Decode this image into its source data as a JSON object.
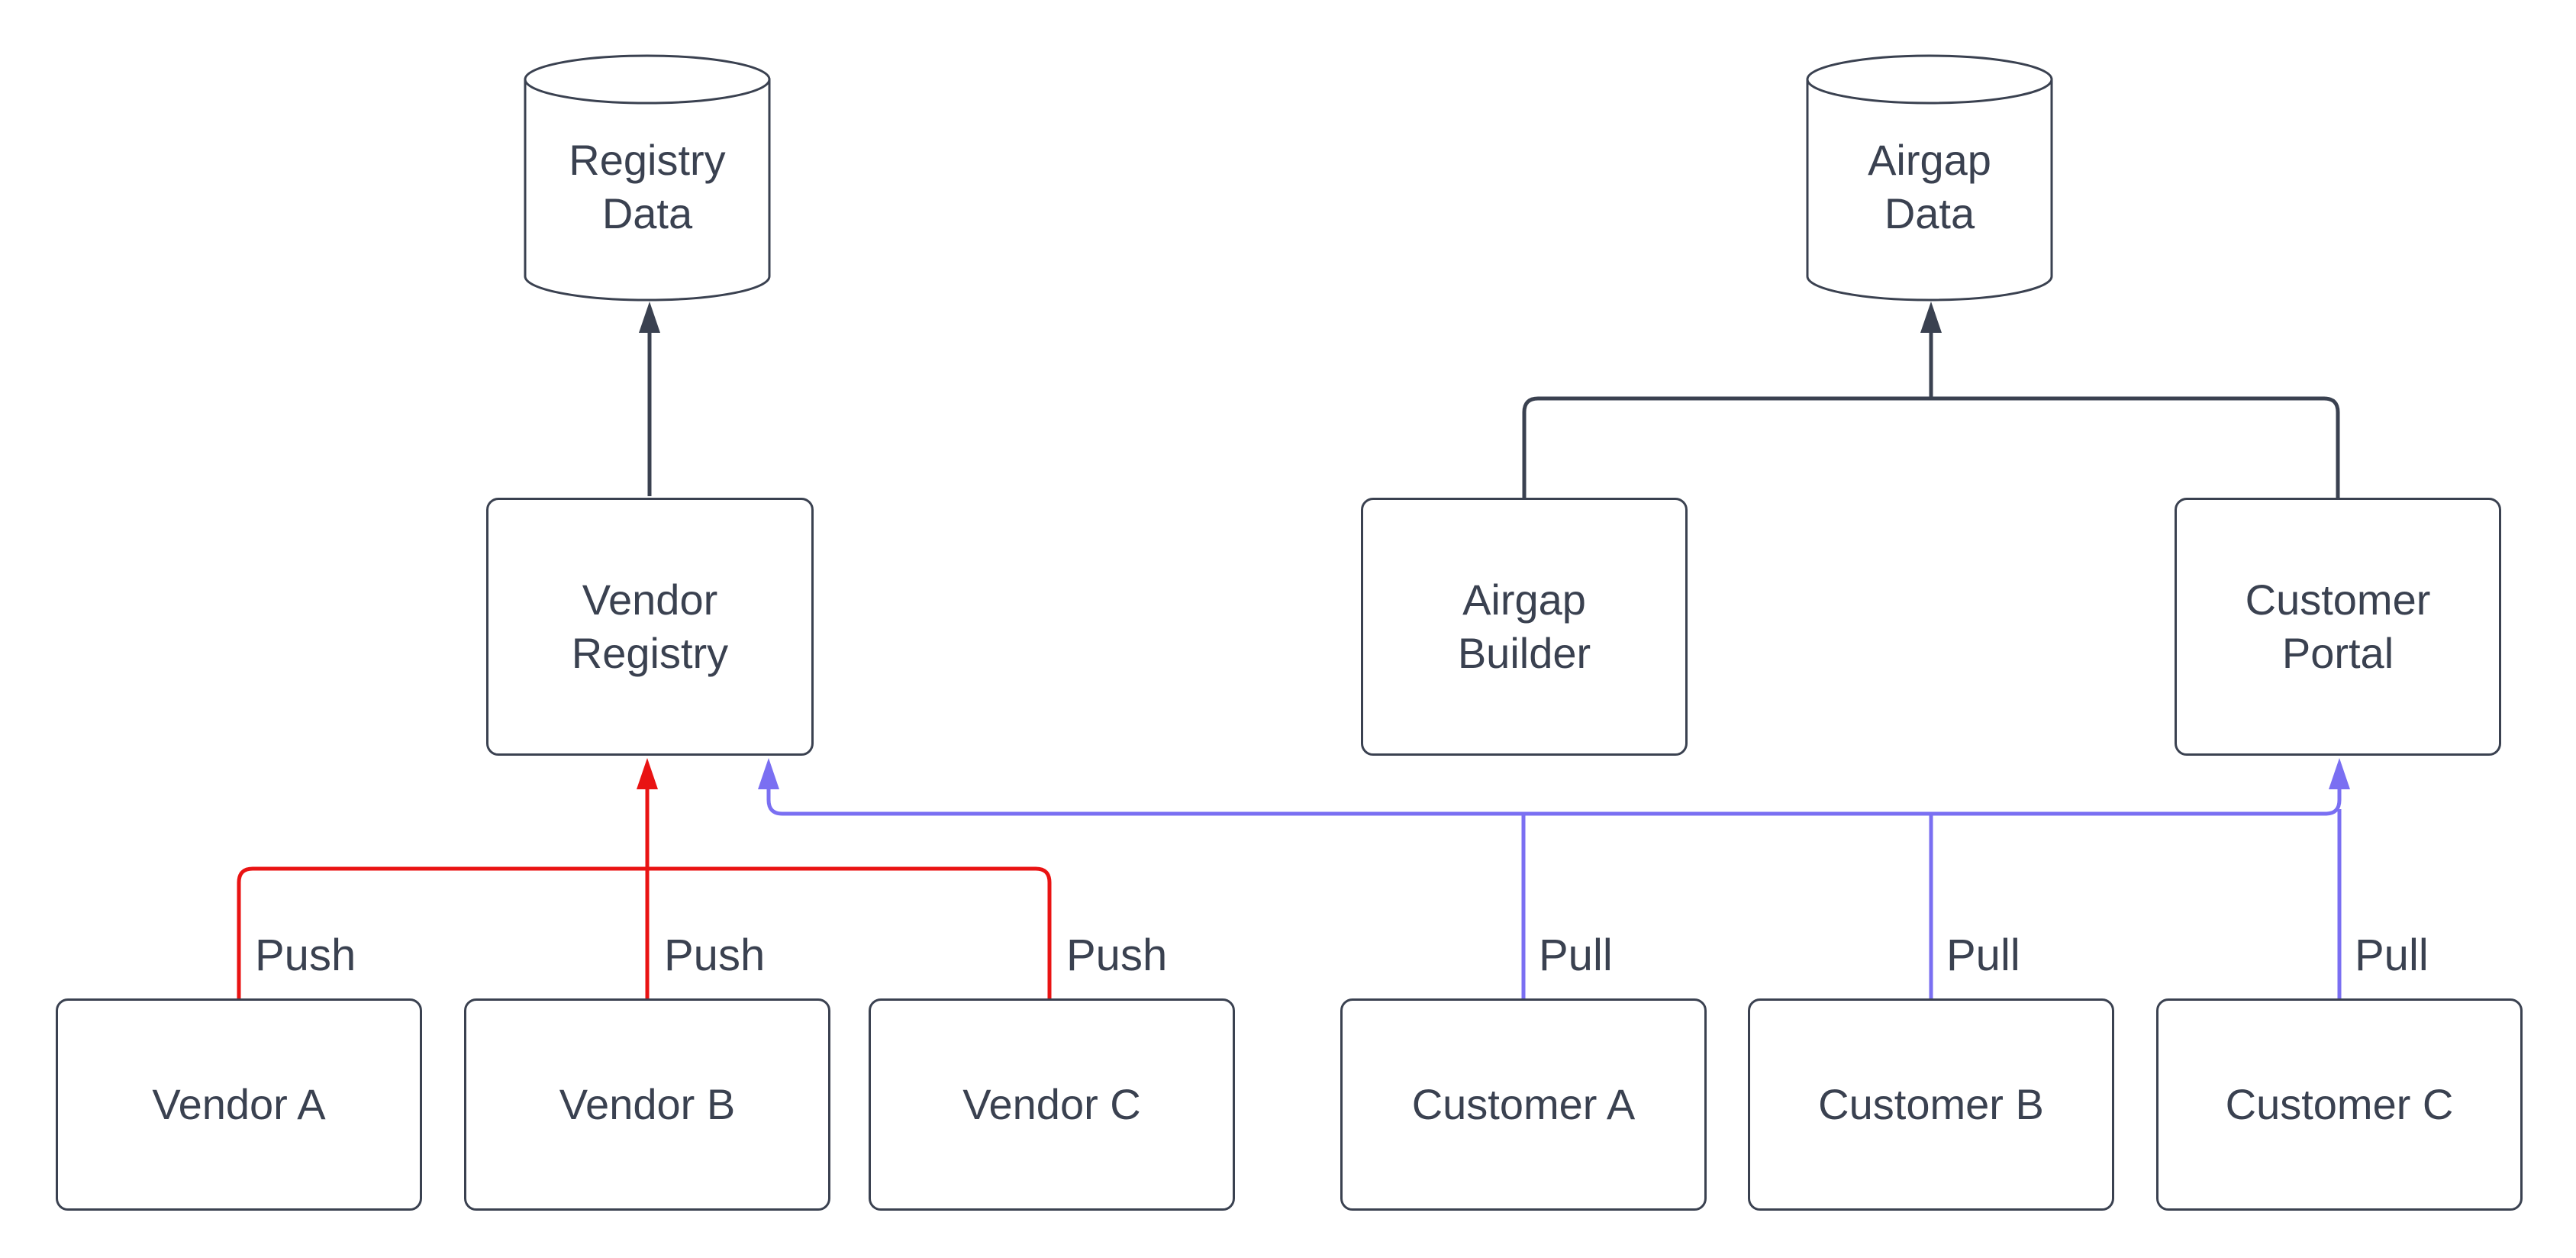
{
  "diagram_type": "flow-diagram",
  "colors": {
    "dark": "#3a4150",
    "red": "#e91313",
    "blue": "#7a6ff2",
    "text": "#3a4150",
    "background": "#ffffff"
  },
  "nodes": {
    "registry_data": {
      "label": "Registry Data",
      "shape": "cylinder"
    },
    "airgap_data": {
      "label": "Airgap Data",
      "shape": "cylinder"
    },
    "vendor_registry": {
      "label": "Vendor Registry",
      "shape": "rounded-rect"
    },
    "airgap_builder": {
      "label": "Airgap Builder",
      "shape": "rounded-rect"
    },
    "customer_portal": {
      "label": "Customer Portal",
      "shape": "rounded-rect"
    },
    "vendor_a": {
      "label": "Vendor A",
      "shape": "rounded-rect"
    },
    "vendor_b": {
      "label": "Vendor B",
      "shape": "rounded-rect"
    },
    "vendor_c": {
      "label": "Vendor C",
      "shape": "rounded-rect"
    },
    "customer_a": {
      "label": "Customer A",
      "shape": "rounded-rect"
    },
    "customer_b": {
      "label": "Customer B",
      "shape": "rounded-rect"
    },
    "customer_c": {
      "label": "Customer C",
      "shape": "rounded-rect"
    }
  },
  "edges": [
    {
      "from": "vendor_registry",
      "to": "registry_data",
      "color": "dark",
      "label": ""
    },
    {
      "from": "airgap_builder",
      "to": "airgap_data",
      "color": "dark",
      "label": ""
    },
    {
      "from": "customer_portal",
      "to": "airgap_data",
      "color": "dark",
      "label": ""
    },
    {
      "from": "vendor_a",
      "to": "vendor_registry",
      "color": "red",
      "label": "Push"
    },
    {
      "from": "vendor_b",
      "to": "vendor_registry",
      "color": "red",
      "label": "Push"
    },
    {
      "from": "vendor_c",
      "to": "vendor_registry",
      "color": "red",
      "label": "Push"
    },
    {
      "from": "customer_a",
      "to": "vendor_registry",
      "color": "blue",
      "label": "Pull"
    },
    {
      "from": "customer_b",
      "to": "vendor_registry",
      "color": "blue",
      "label": "Pull"
    },
    {
      "from": "customer_c",
      "to": "customer_portal",
      "color": "blue",
      "label": "Pull"
    }
  ]
}
